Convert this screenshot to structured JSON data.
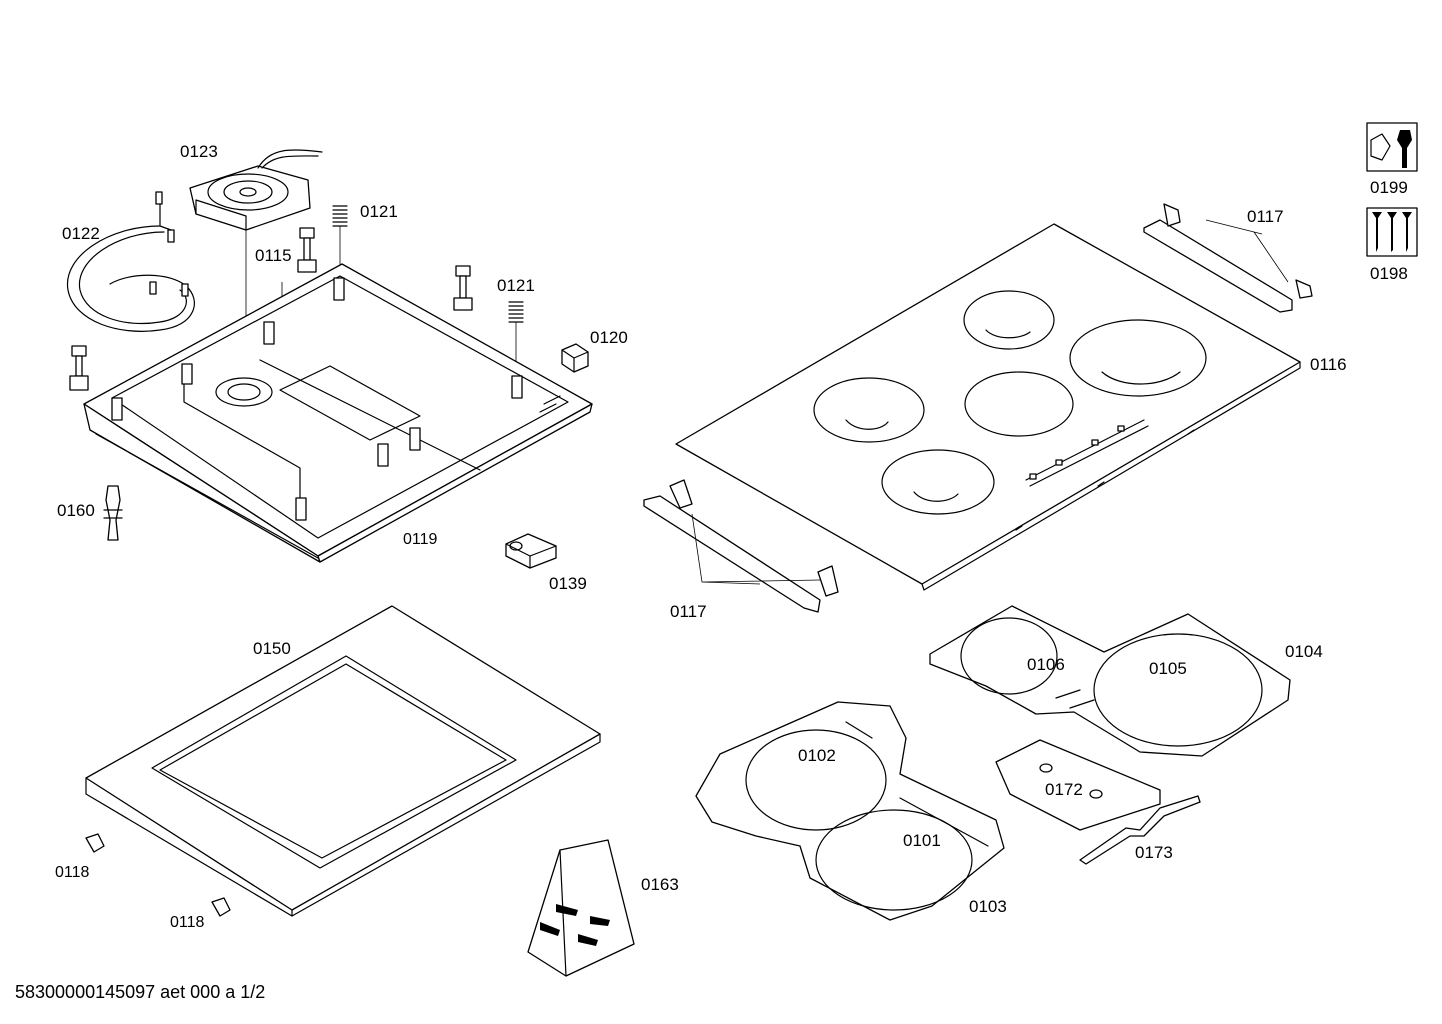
{
  "diagram": {
    "footer": "58300000145097 aet 000 a 1/2",
    "labels": {
      "p0123": "0123",
      "p0122": "0122",
      "p0121a": "0121",
      "p0121b": "0121",
      "p0115": "0115",
      "p0120": "0120",
      "p0160": "0160",
      "p0119": "0119",
      "p0139": "0139",
      "p0117a": "0117",
      "p0117b": "0117",
      "p0116": "0116",
      "p0199": "0199",
      "p0198": "0198",
      "p0150": "0150",
      "p0118a": "0118",
      "p0118b": "0118",
      "p0163": "0163",
      "p0104": "0104",
      "p0106": "0106",
      "p0105": "0105",
      "p0102": "0102",
      "p0101": "0101",
      "p0103": "0103",
      "p0172": "0172",
      "p0173": "0173"
    },
    "icons": [
      "repair-kit-icon",
      "screw-set-icon"
    ]
  }
}
